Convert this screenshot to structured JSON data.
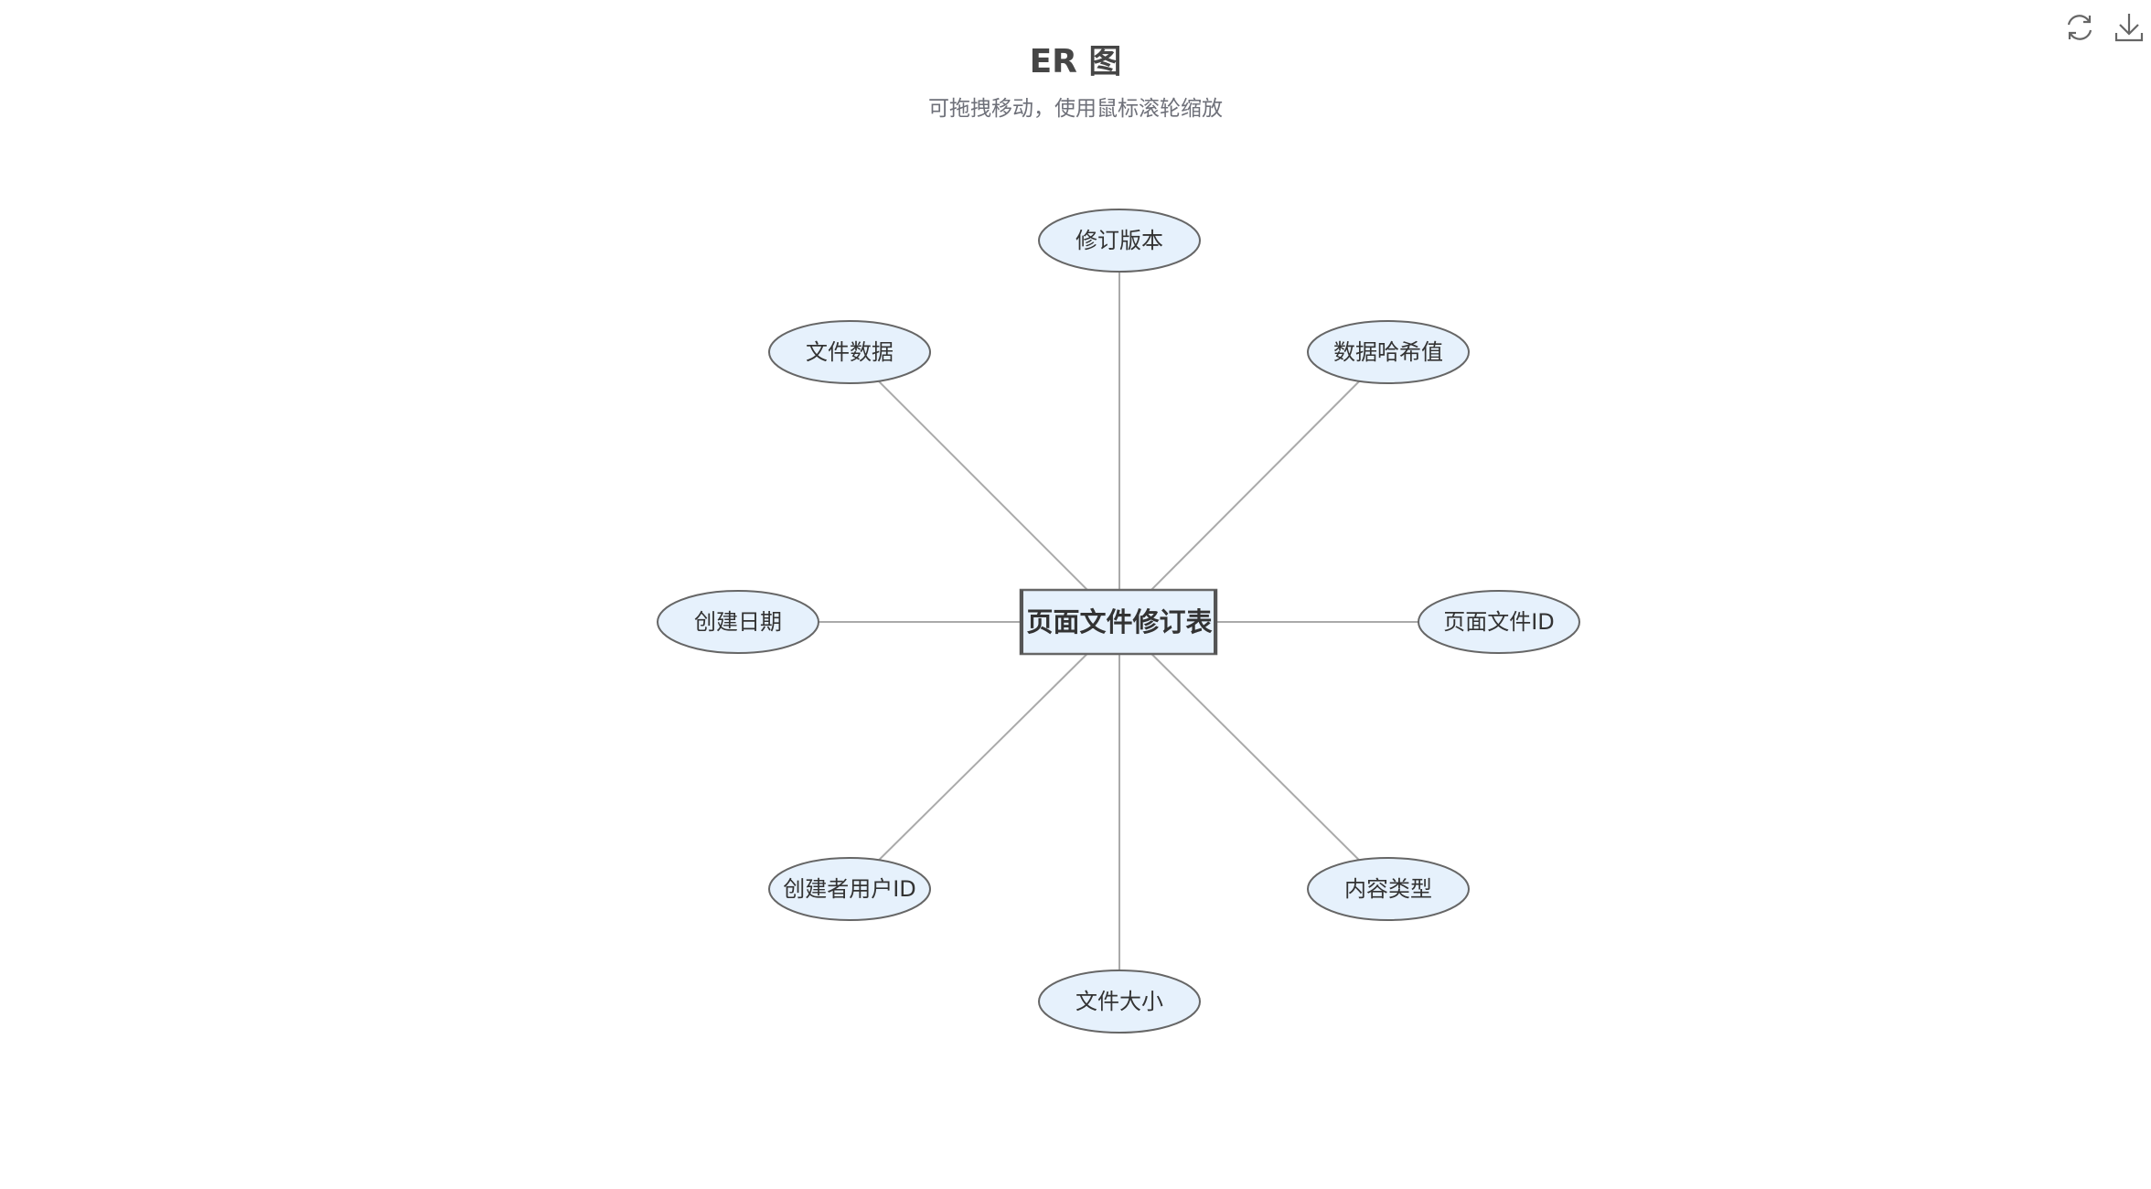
{
  "header": {
    "title": "ER 图",
    "subtitle": "可拖拽移动，使用鼠标滚轮缩放"
  },
  "toolbox": [
    {
      "icon": "refresh-icon",
      "name": "restore"
    },
    {
      "icon": "download-icon",
      "name": "save-as-image"
    }
  ],
  "entity": {
    "label": "页面文件修订表"
  },
  "attributes": [
    {
      "label": "修订版本",
      "pos": "top"
    },
    {
      "label": "数据哈希值",
      "pos": "top-right"
    },
    {
      "label": "页面文件ID",
      "pos": "right"
    },
    {
      "label": "内容类型",
      "pos": "bottom-right"
    },
    {
      "label": "文件大小",
      "pos": "bottom"
    },
    {
      "label": "创建者用户ID",
      "pos": "bottom-left"
    },
    {
      "label": "创建日期",
      "pos": "left"
    },
    {
      "label": "文件数据",
      "pos": "top-left"
    }
  ],
  "colors": {
    "node_fill": "#e6f1fc",
    "node_stroke": "#666666",
    "edge": "#aaaaaa",
    "text": "#333333"
  }
}
